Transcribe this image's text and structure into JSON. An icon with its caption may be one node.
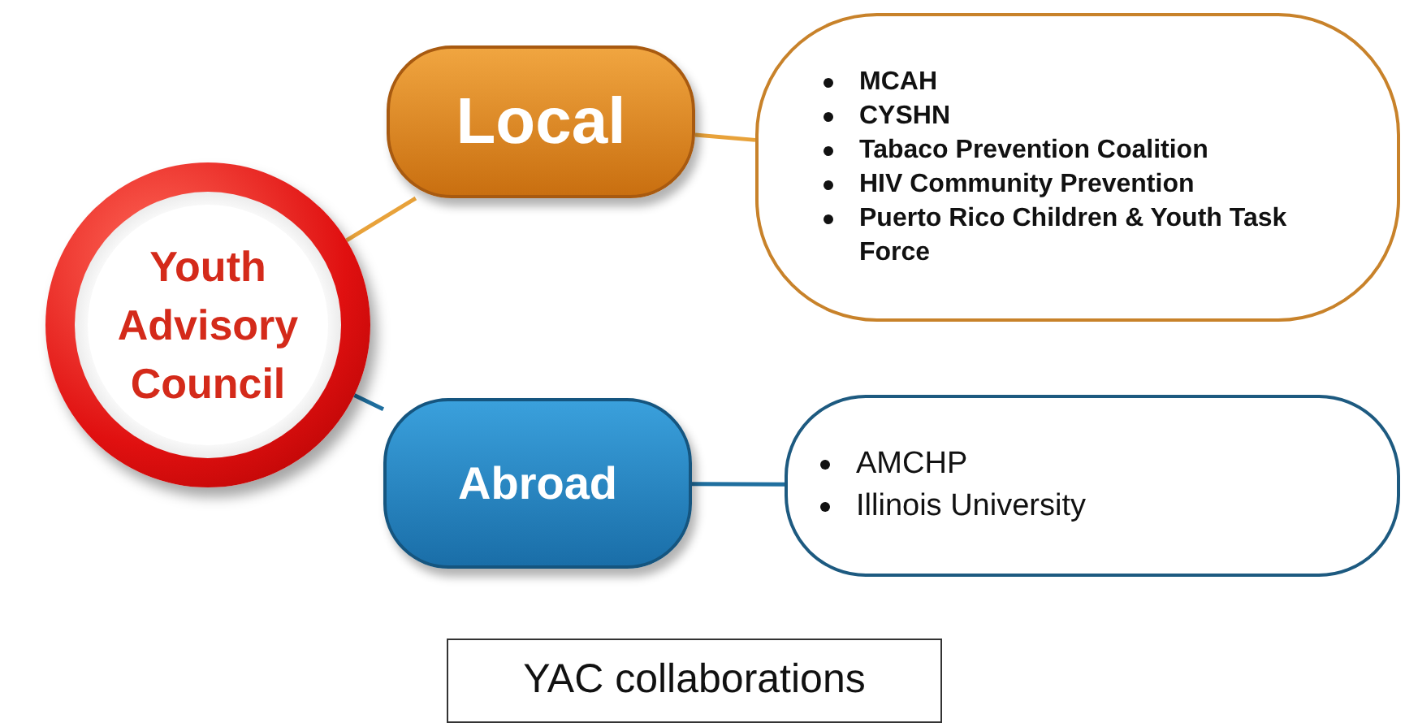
{
  "diagram": {
    "nodes": [
      {
        "text": [
          "Youth Advisory Council"
        ]
      },
      {
        "text": [
          "Local"
        ]
      },
      {
        "text": [
          "MCAH",
          "CYSHN",
          "Tabaco  Prevention Coalition",
          "HIV Community Prevention",
          "Puerto Rico Children & Youth Task Force"
        ]
      },
      {
        "text": [
          "Abroad"
        ]
      },
      {
        "text": [
          "AMCHP",
          "Illinois University"
        ]
      },
      {
        "text": [
          "YAC collaborations"
        ]
      }
    ],
    "edges": [
      {
        "from": 0,
        "to": 1,
        "arrow": "none",
        "color": "#e8a23a"
      },
      {
        "from": 1,
        "to": 2,
        "arrow": "none",
        "color": "#e8a23a"
      },
      {
        "from": 0,
        "to": 3,
        "arrow": "none",
        "color": "#1f6f9f"
      },
      {
        "from": 3,
        "to": 4,
        "arrow": "none",
        "color": "#1f6f9f"
      }
    ]
  }
}
